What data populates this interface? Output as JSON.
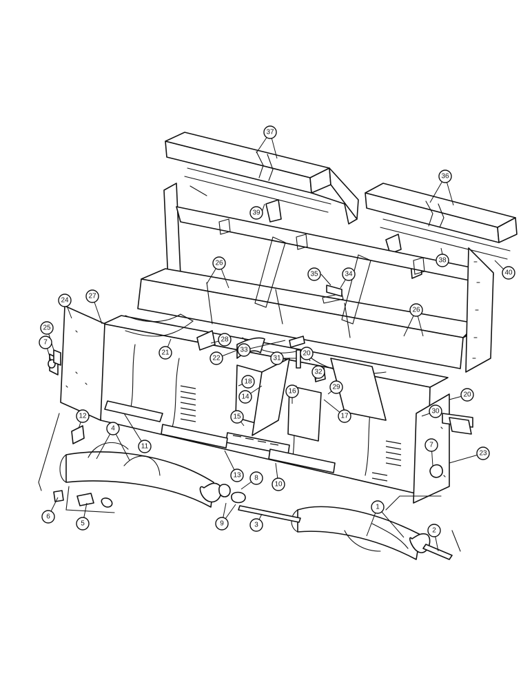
{
  "callouts": [
    {
      "id": "37",
      "label": "37"
    },
    {
      "id": "36",
      "label": "36"
    },
    {
      "id": "39",
      "label": "39"
    },
    {
      "id": "38",
      "label": "38"
    },
    {
      "id": "40",
      "label": "40"
    },
    {
      "id": "35",
      "label": "35"
    },
    {
      "id": "34",
      "label": "34"
    },
    {
      "id": "26a",
      "label": "26"
    },
    {
      "id": "26b",
      "label": "26"
    },
    {
      "id": "24",
      "label": "24"
    },
    {
      "id": "27",
      "label": "27"
    },
    {
      "id": "25",
      "label": "25"
    },
    {
      "id": "7a",
      "label": "7"
    },
    {
      "id": "21",
      "label": "21"
    },
    {
      "id": "28",
      "label": "28"
    },
    {
      "id": "22",
      "label": "22"
    },
    {
      "id": "33",
      "label": "33"
    },
    {
      "id": "31",
      "label": "31"
    },
    {
      "id": "20a",
      "label": "20"
    },
    {
      "id": "32",
      "label": "32"
    },
    {
      "id": "18",
      "label": "18"
    },
    {
      "id": "14",
      "label": "14"
    },
    {
      "id": "16",
      "label": "16"
    },
    {
      "id": "29",
      "label": "29"
    },
    {
      "id": "20b",
      "label": "20"
    },
    {
      "id": "17",
      "label": "17"
    },
    {
      "id": "30",
      "label": "30"
    },
    {
      "id": "15",
      "label": "15"
    },
    {
      "id": "12",
      "label": "12"
    },
    {
      "id": "4",
      "label": "4"
    },
    {
      "id": "11",
      "label": "11"
    },
    {
      "id": "7b",
      "label": "7"
    },
    {
      "id": "23",
      "label": "23"
    },
    {
      "id": "13",
      "label": "13"
    },
    {
      "id": "8",
      "label": "8"
    },
    {
      "id": "10",
      "label": "10"
    },
    {
      "id": "6",
      "label": "6"
    },
    {
      "id": "5",
      "label": "5"
    },
    {
      "id": "9",
      "label": "9"
    },
    {
      "id": "3",
      "label": "3"
    },
    {
      "id": "1",
      "label": "1"
    },
    {
      "id": "2",
      "label": "2"
    }
  ]
}
